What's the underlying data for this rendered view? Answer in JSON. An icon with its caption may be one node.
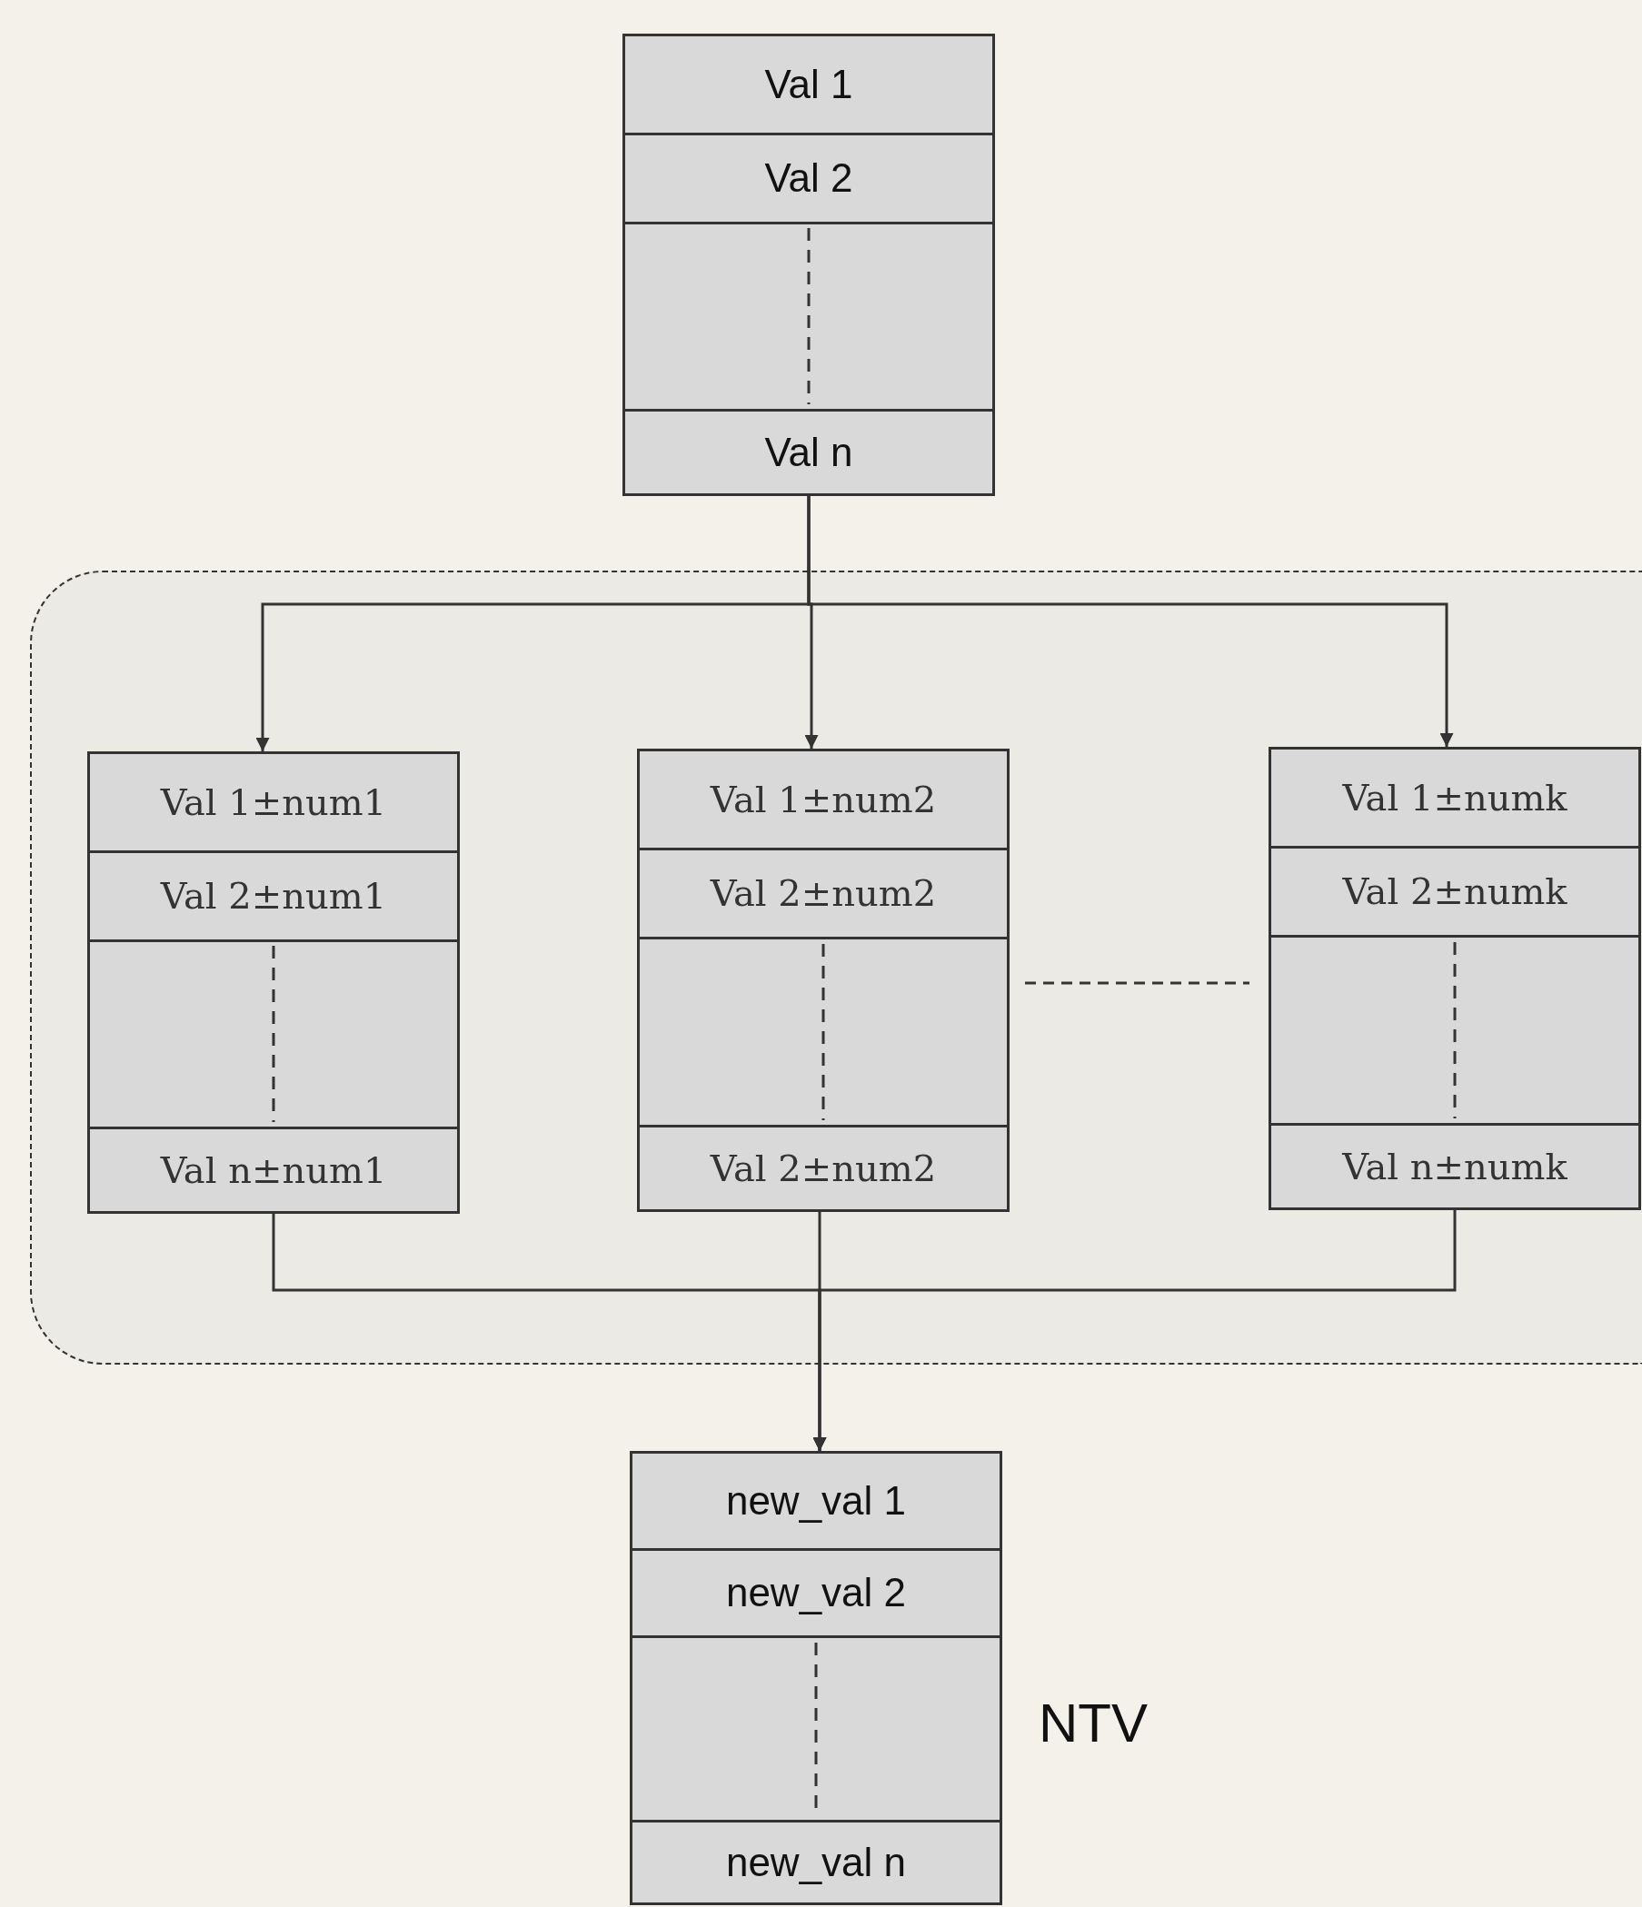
{
  "diagram": {
    "nodes": [
      {
        "text": [],
        "shape": "box"
      },
      {
        "text": [
          "Val 1"
        ],
        "in": 0
      },
      {
        "text": [
          "Val 2"
        ],
        "in": 0
      },
      {
        "text": [],
        "shape": "box",
        "in": 0
      },
      {
        "text": [
          "Val n"
        ],
        "in": 0
      },
      {
        "text": [],
        "shape": "box"
      },
      {
        "text": [],
        "shape": "box",
        "in": 5
      },
      {
        "text": [
          "Val 1±num1"
        ],
        "in": 6
      },
      {
        "text": [
          "Val 2±num1"
        ],
        "in": 6
      },
      {
        "text": [],
        "shape": "box",
        "in": 6
      },
      {
        "text": [
          "Val n±num1"
        ],
        "in": 6
      },
      {
        "text": [],
        "shape": "box",
        "in": 5
      },
      {
        "text": [
          "Val 1±num2"
        ],
        "in": 11
      },
      {
        "text": [
          "Val 2±num2"
        ],
        "in": 11
      },
      {
        "text": [],
        "shape": "box",
        "in": 11
      },
      {
        "text": [
          "Val 2±num2"
        ],
        "in": 11
      },
      {
        "text": [],
        "shape": "box",
        "in": 5
      },
      {
        "text": [
          "Val 1±numk"
        ],
        "in": 16
      },
      {
        "text": [
          "Val 2±numk"
        ],
        "in": 16
      },
      {
        "text": [],
        "shape": "box",
        "in": 16
      },
      {
        "text": [
          "Val n±numk"
        ],
        "in": 16
      },
      {
        "text": [],
        "shape": "box",
        "beside": [
          "NTV"
        ]
      },
      {
        "text": [
          "new_val 1"
        ],
        "in": 21
      },
      {
        "text": [
          "new_val 2"
        ],
        "in": 21
      },
      {
        "text": [],
        "shape": "box",
        "in": 21
      },
      {
        "text": [
          "new_val n"
        ],
        "in": 21
      }
    ],
    "edges": [
      {
        "from": 0,
        "to": 6,
        "arrow": "to"
      },
      {
        "from": 0,
        "to": 11,
        "arrow": "to"
      },
      {
        "from": 0,
        "to": 16,
        "arrow": "to"
      },
      {
        "from": 6,
        "to": 21,
        "arrow": "to"
      },
      {
        "from": 11,
        "to": 21,
        "arrow": "to"
      },
      {
        "from": 16,
        "to": 21,
        "arrow": "to"
      }
    ]
  }
}
